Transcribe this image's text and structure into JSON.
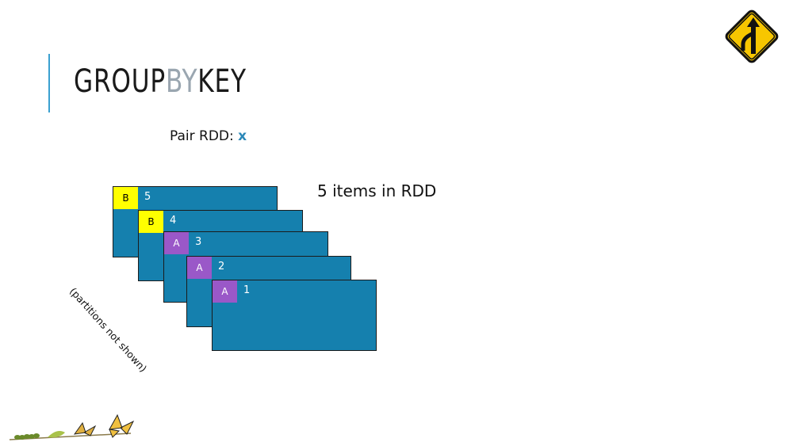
{
  "slide": {
    "title": {
      "part1": "GROUP",
      "part2": "BY",
      "part3": "KEY"
    },
    "pair_rdd_label": "Pair RDD:",
    "pair_rdd_var": "x",
    "item_count_label": "5 items in RDD",
    "partitions_note": "(partitions not shown)",
    "items": [
      {
        "key": "B",
        "value": "5"
      },
      {
        "key": "B",
        "value": "4"
      },
      {
        "key": "A",
        "value": "3"
      },
      {
        "key": "A",
        "value": "2"
      },
      {
        "key": "A",
        "value": "1"
      }
    ],
    "colors": {
      "card": "#1580ae",
      "key_b": "#ffff00",
      "key_a": "#9a58c8",
      "accent": "#3aa0d0",
      "sign": "#f7c600"
    },
    "icons": {
      "sign": "merge-road-sign-icon",
      "decoration": "caterpillar-butterfly-icon"
    }
  }
}
